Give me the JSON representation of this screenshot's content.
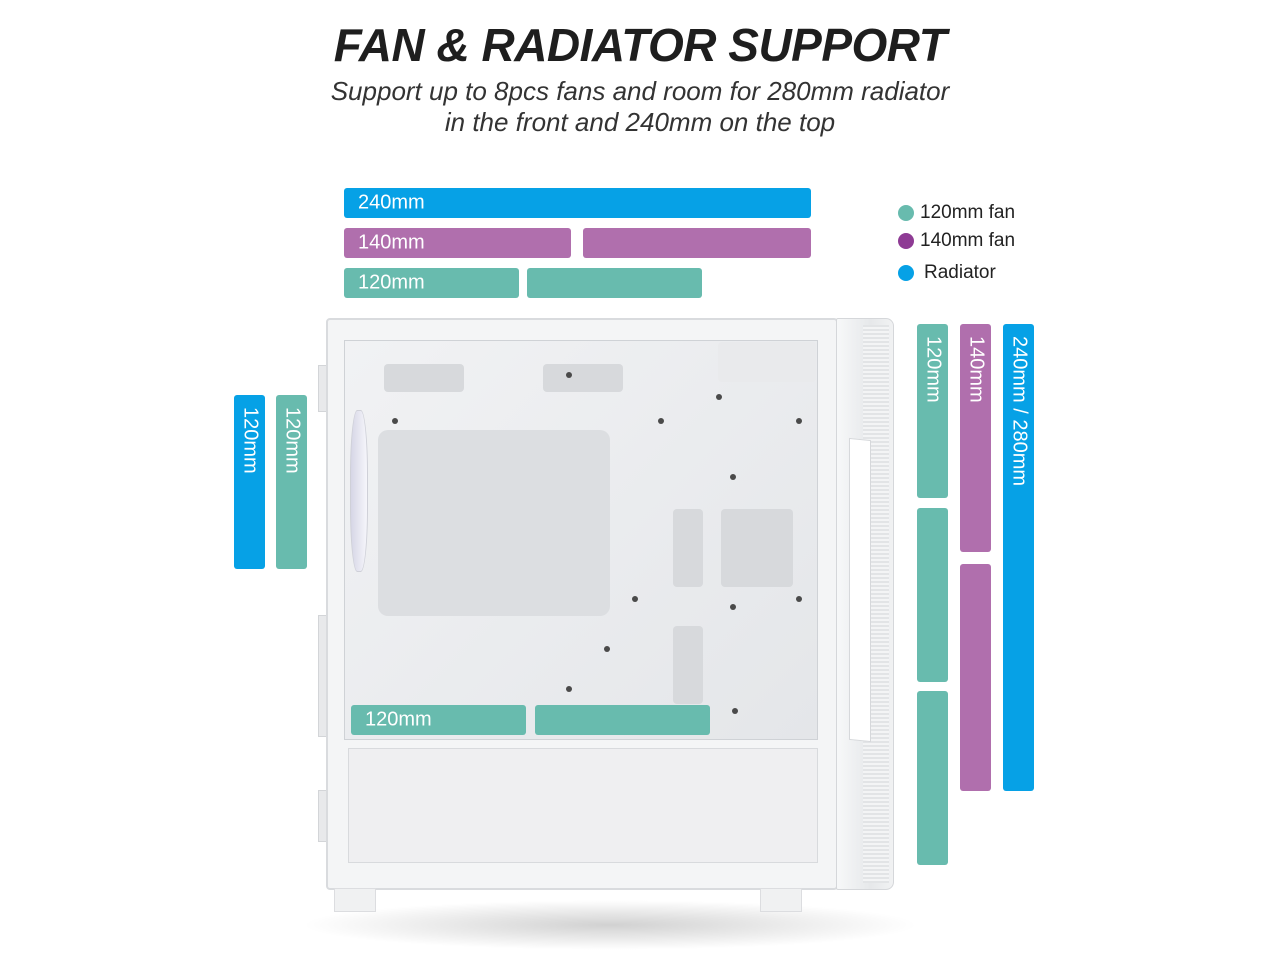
{
  "heading": {
    "title": "FAN & RADIATOR SUPPORT",
    "subtitle_line1": "Support up to 8pcs fans and room for 280mm radiator",
    "subtitle_line2": "in the front and 240mm on the top"
  },
  "legend": [
    {
      "label": "120mm fan",
      "color": "#68bbae"
    },
    {
      "label": "140mm fan",
      "color": "#8e3b94"
    },
    {
      "label": "Radiator",
      "color": "#06a1e6"
    }
  ],
  "colors": {
    "radiator": "#06a1e6",
    "fan_140": "#b06fad",
    "fan_120": "#68bbae"
  },
  "top_bars": {
    "radiator_label": "240mm",
    "fan140_label": "140mm",
    "fan120_label": "120mm"
  },
  "rear_bars": {
    "radiator_label": "120mm",
    "fan120_label": "120mm"
  },
  "bottom_bars": {
    "fan120_label": "120mm"
  },
  "front_bars": {
    "fan120_label": "120mm",
    "fan140_label": "140mm",
    "radiator_label": "240mm / 280mm"
  }
}
